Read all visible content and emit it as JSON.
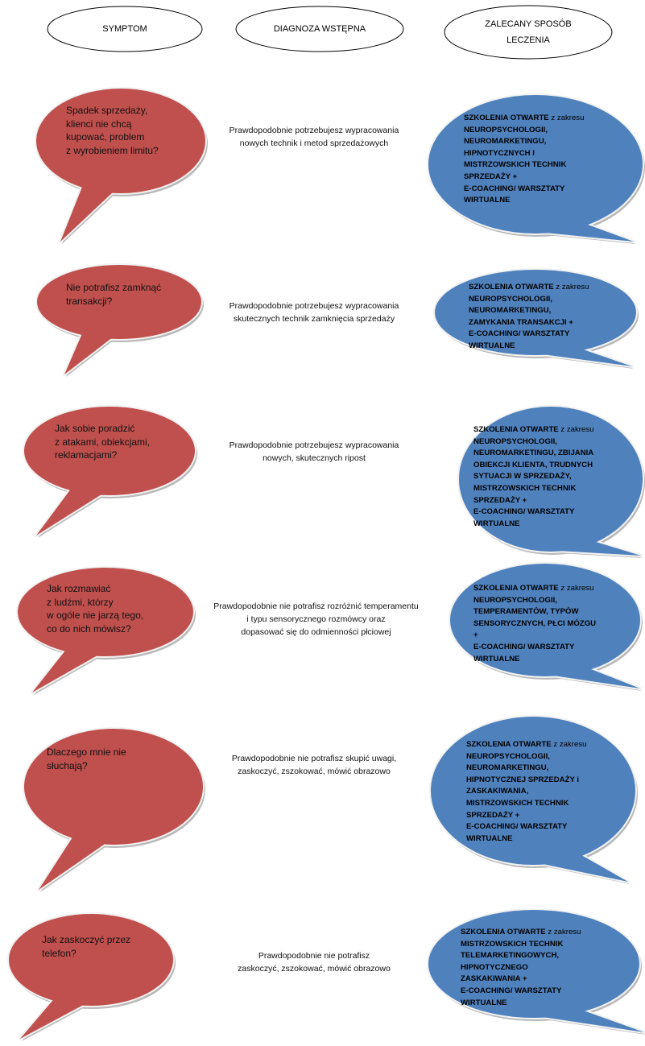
{
  "headers": {
    "symptom": "SYMPTOM",
    "diagnosis": "DIAGNOZA WSTĘPNA",
    "treatment": "ZALECANY SPOSÓB\nLECZENIA"
  },
  "colors": {
    "symptom_bubble": "#C0504D",
    "treatment_bubble": "#4F81BD"
  },
  "rows": [
    {
      "symptom": "Spadek sprzedaży,\nklienci nie chcą\nkupować, problem\nz wyrobieniem limitu?",
      "diagnosis": "Prawdopodobnie potrzebujesz wypracowania\nnowych technik i metod sprzedażowych",
      "treatment_lead": "SZKOLENIA OTWARTE",
      "treatment_lead_rest": " z zakresu",
      "treatment": "NEUROPSYCHOLOGII,\nNEUROMARKETINGU,\nHIPNOTYCZNYCH I\nMISTRZOWSKICH TECHNIK\nSPRZEDAŻY +\nE-COACHING/ WARSZTATY\nWIRTUALNE"
    },
    {
      "symptom": "Nie potrafisz zamknąć\ntransakcji?",
      "diagnosis": "Prawdopodobnie potrzebujesz wypracowania\nskutecznych technik zamknięcia sprzedaży",
      "treatment_lead": "SZKOLENIA OTWARTE",
      "treatment_lead_rest": " z zakresu",
      "treatment": "NEUROPSYCHOLOGII,\nNEUROMARKETINGU,\nZAMYKANIA TRANSAKCJI +\nE-COACHING/ WARSZTATY\nWIRTUALNE"
    },
    {
      "symptom": "Jak sobie poradzić\nz atakami, obiekcjami,\nreklamacjami?",
      "diagnosis": "Prawdopodobnie potrzebujesz wypracowania\nnowych, skutecznych ripost",
      "treatment_lead": "SZKOLENIA OTWARTE",
      "treatment_lead_rest": " z zakresu",
      "treatment": "NEUROPSYCHOLOGII,\nNEUROMARKETINGU, ZBIJANIA\nOBIEKCJI KLIENTA, TRUDNYCH\nSYTUACJI W SPRZEDAŻY,\nMISTRZOWSKICH TECHNIK\nSPRZEDAŻY +\nE-COACHING/ WARSZTATY\nWIRTUALNE"
    },
    {
      "symptom": "Jak rozmawiać\nz ludźmi, którzy\nw ogóle nie jarzą tego,\nco do nich mówisz?",
      "diagnosis": "Prawdopodobnie nie potrafisz rozróżnić temperamentu\ni typu sensorycznego rozmówcy oraz\ndopasować się do odmienności płciowej",
      "treatment_lead": "SZKOLENIA OTWARTE",
      "treatment_lead_rest": " z zakresu",
      "treatment": "NEUROPSYCHOLOGII,\nTEMPERAMENTÓW, TYPÓW\nSENSORYCZNYCH, PŁCI MÓZGU\n+\nE-COACHING/ WARSZTATY\nWIRTUALNE"
    },
    {
      "symptom": "Dlaczego mnie nie\nsłuchają?",
      "diagnosis": "Prawdopodobnie nie potrafisz skupić uwagi,\nzaskoczyć, zszokować, mówić obrazowo",
      "treatment_lead": "SZKOLENIA OTWARTE",
      "treatment_lead_rest": " z zakresu",
      "treatment": "NEUROPSYCHOLOGII,\nNEUROMARKETINGU,\nHIPNOTYCZNEJ SPRZEDAŻY i\nZASKAKIWANIA,\nMISTRZOWSKICH TECHNIK\nSPRZEDAŻY +\nE-COACHING/ WARSZTATY\nWIRTUALNE"
    },
    {
      "symptom": "Jak zaskoczyć przez\ntelefon?",
      "diagnosis": "Prawdopodobnie nie potrafisz\nzaskoczyć, zszokować, mówić obrazowo",
      "treatment_lead": "SZKOLENIA OTWARTE",
      "treatment_lead_rest": " z zakresu",
      "treatment": "MISTRZOWSKICH TECHNIK\nTELEMARKETINGOWYCH,\nHIPNOTYCZNEGO\nZASKAKIWANIA +\nE-COACHING/ WARSZTATY\nWIRTUALNE"
    }
  ]
}
